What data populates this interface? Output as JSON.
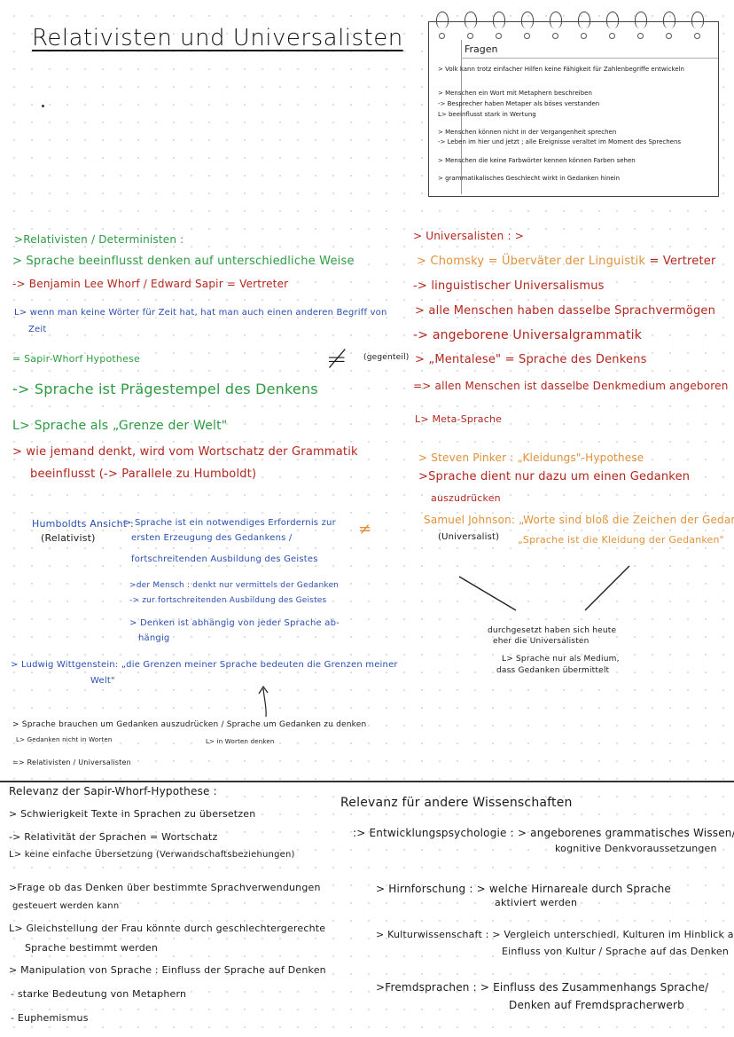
{
  "title": "Relativisten und Universalisten",
  "fragen": {
    "heading": "Fragen",
    "lines": [
      "> Volk kann trotz einfacher Hilfen keine Fähigkeit für Zahlenbegriffe entwickeln",
      "> Menschen ein Wort mit Metaphern beschreiben",
      "-> Besprecher haben Metaper als böses verstanden",
      "L> beeinflusst stark in Wertung",
      "> Menschen können nicht in der Vergangenheit sprechen",
      "-> Leben im hier und jetzt ; alle Ereignisse veraltet im Moment des Sprechens",
      "> Menschen die keine Farbwörter kennen können Farben sehen",
      "> grammatikalisches Geschlecht wirkt in Gedanken hinein"
    ]
  },
  "left": {
    "l1": ">Relativisten / Deterministen :",
    "l2": "> Sprache beeinflusst denken auf unterschiedliche Weise",
    "l3": "-> Benjamin Lee Whorf / Edward Sapir = Vertreter",
    "l4a": "L> wenn man keine Wörter für Zeit hat, hat man auch einen anderen Begriff von",
    "l4b": "Zeit",
    "l5": "= Sapir-Whorf Hypothese",
    "l6": "-> Sprache ist Prägestempel des Denkens",
    "l7": "L> Sprache als „Grenze der Welt\"",
    "l8a": "> wie jemand denkt, wird vom Wortschatz der Grammatik",
    "l8b": "beeinflusst (-> Parallele zu Humboldt)"
  },
  "humboldt": {
    "label": "Humboldts Ansicht :",
    "tag": "(Relativist)",
    "p1": "> Sprache ist ein notwendiges Erfordernis zur",
    "p2": "ersten Erzeugung des Gedankens /",
    "p3": "fortschreitenden Ausbildung des Geistes",
    "p4": ">der Mensch : denkt nur vermittels der Gedanken",
    "p5": "-> zur fortschreitenden Ausbildung des Geistes",
    "p6": "> Denken ist abhängig von jeder Sprache ab-",
    "p7": "hängig"
  },
  "wittgenstein": {
    "l1": "> Ludwig Wittgenstein: „die Grenzen meiner Sprache bedeuten die Grenzen meiner",
    "l2": "Welt\""
  },
  "bottom_left": {
    "l1": "> Sprache brauchen um Gedanken auszudrücken / Sprache um Gedanken zu denken",
    "l2": "L> Gedanken nicht in Worten",
    "l3": "L> in Worten denken",
    "l4": "=> Relativisten / Universalisten"
  },
  "middle": {
    "neq": "≠",
    "gegenteil": "(gegenteil)",
    "neq2": "≠"
  },
  "right": {
    "r1": "> Universalisten : >",
    "r2": "> Chomsky = Überväter der Linguistik = Vertreter",
    "r3": "-> linguistischer Universalismus",
    "r4": "> alle Menschen haben dasselbe Sprachvermögen",
    "r5": "-> angeborene Universalgrammatik",
    "r6": "> „Mentalese\" = Sprache des Denkens",
    "r7": "=> allen Menschen ist dasselbe Denkmedium angeboren",
    "r8": "L> Meta-Sprache",
    "r9": "> Steven Pinker : „Kleidungs\"-Hypothese",
    "r10a": ">Sprache dient nur dazu um einen Gedanken",
    "r10b": "auszudrücken",
    "r11": "Samuel Johnson: „Worte sind bloß die Zeichen der Gedanken\"",
    "r11tag": "(Universalist)",
    "r12": "„Sprache ist die Kleidung der Gedanken\"",
    "r13a": "durchgesetzt haben sich heute",
    "r13b": "eher die Universalisten",
    "r14a": "L> Sprache nur als Medium,",
    "r14b": "dass Gedanken übermittelt"
  },
  "relevanz_left": {
    "heading": "Relevanz der Sapir-Whorf-Hypothese :",
    "l1": "> Schwierigkeit Texte in Sprachen zu übersetzen",
    "l2": "-> Relativität der Sprachen = Wortschatz",
    "l3": "L> keine einfache Übersetzung (Verwandschaftsbeziehungen)",
    "l4a": ">Frage ob das Denken über bestimmte Sprachverwendungen",
    "l4b": "gesteuert werden kann",
    "l5a": "L> Gleichstellung der Frau könnte durch geschlechtergerechte",
    "l5b": "Sprache bestimmt werden",
    "l6": "> Manipulation von Sprache : Einfluss der Sprache auf Denken",
    "l7": "- starke Bedeutung von Metaphern",
    "l8": "- Euphemismus"
  },
  "relevanz_right": {
    "heading": "Relevanz für andere Wissenschaften",
    "a1": ":> Entwicklungspsychologie : > angeborenes grammatisches Wissen/",
    "a2": "kognitive Denkvoraussetzungen",
    "b1": "> Hirnforschung : > welche Hirnareale durch Sprache",
    "b2": "aktiviert werden",
    "c1": "> Kulturwissenschaft : > Vergleich unterschiedl. Kulturen im Hinblick auf",
    "c2": "Einfluss von Kultur / Sprache auf das Denken",
    "d1": ">Fremdsprachen : > Einfluss des Zusammenhangs Sprache/",
    "d2": "Denken auf Fremdspracherwerb"
  }
}
